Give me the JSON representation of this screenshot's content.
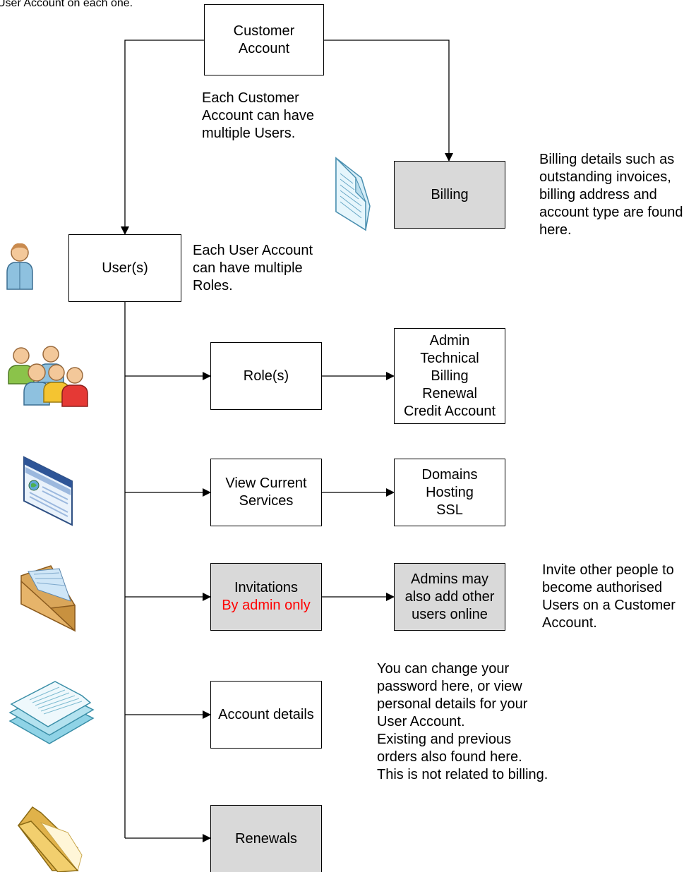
{
  "top_note": "User Account on each one.",
  "customer_account": {
    "lines": [
      "Customer",
      "Account"
    ]
  },
  "customer_note": {
    "lines": [
      "Each Customer",
      "Account can have",
      "multiple Users."
    ]
  },
  "billing": {
    "label": "Billing"
  },
  "billing_note": {
    "lines": [
      "Billing details such as",
      "outstanding invoices,",
      "billing address and",
      "account type are found",
      "here."
    ]
  },
  "users": {
    "label": "User(s)"
  },
  "users_note": {
    "lines": [
      "Each User Account",
      "can have multiple",
      "Roles."
    ]
  },
  "roles": {
    "label": "Role(s)"
  },
  "roles_list": {
    "lines": [
      "Admin",
      "Technical",
      "Billing",
      "Renewal",
      "Credit Account"
    ]
  },
  "services": {
    "lines": [
      "View Current",
      "Services"
    ]
  },
  "services_list": {
    "lines": [
      "Domains",
      "Hosting",
      "SSL"
    ]
  },
  "invitations": {
    "label": "Invitations",
    "sublabel": "By admin only"
  },
  "invitations_detail": {
    "lines": [
      "Admins may",
      "also add other",
      "users online"
    ]
  },
  "invitations_note": {
    "lines": [
      "Invite other people to",
      "become authorised",
      "Users on a Customer",
      "Account."
    ]
  },
  "account_details": {
    "label": "Account details"
  },
  "account_note": {
    "lines": [
      "You can change your",
      "password here, or view",
      "personal details for your",
      "User Account.",
      "Existing and previous",
      "orders also found here.",
      "This is not related to billing."
    ]
  },
  "renewals": {
    "label": "Renewals"
  },
  "icons": [
    "document-icon",
    "user-icon",
    "user-group-icon",
    "web-page-icon",
    "envelope-icon",
    "stacked-documents-icon",
    "folder-icon"
  ],
  "colors": {
    "grey_box": "#d9d9d9",
    "highlight": "#ff0000"
  }
}
